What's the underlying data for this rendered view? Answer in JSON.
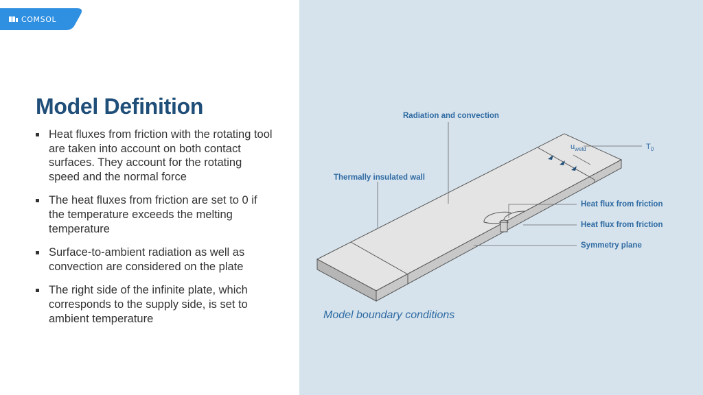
{
  "brand": {
    "name": "COMSOL",
    "color": "#2f8fe0"
  },
  "slide": {
    "title": "Model Definition",
    "bullets": [
      "Heat fluxes from friction with the rotating tool are taken into account on both contact surfaces. They account for the rotating speed and the normal force",
      "The heat fluxes from friction are set to 0 if the temperature exceeds the melting temperature",
      "Surface-to-ambient radiation as well as convection are considered on the plate",
      "The right side of the infinite plate, which corresponds to the supply side, is set to ambient temperature"
    ]
  },
  "figure": {
    "labels": {
      "radiation": "Radiation and convection",
      "insulated": "Thermally insulated wall",
      "u_main": "u",
      "u_sub": "weld",
      "t_main": "T",
      "t_sub": "0",
      "heat_flux_1": "Heat flux from friction",
      "heat_flux_2": "Heat flux from friction",
      "symmetry": "Symmetry plane"
    },
    "caption": "Model boundary conditions",
    "colors": {
      "panel": "#d6e3ec",
      "label": "#2e6aa3",
      "title": "#1f4e79"
    }
  }
}
